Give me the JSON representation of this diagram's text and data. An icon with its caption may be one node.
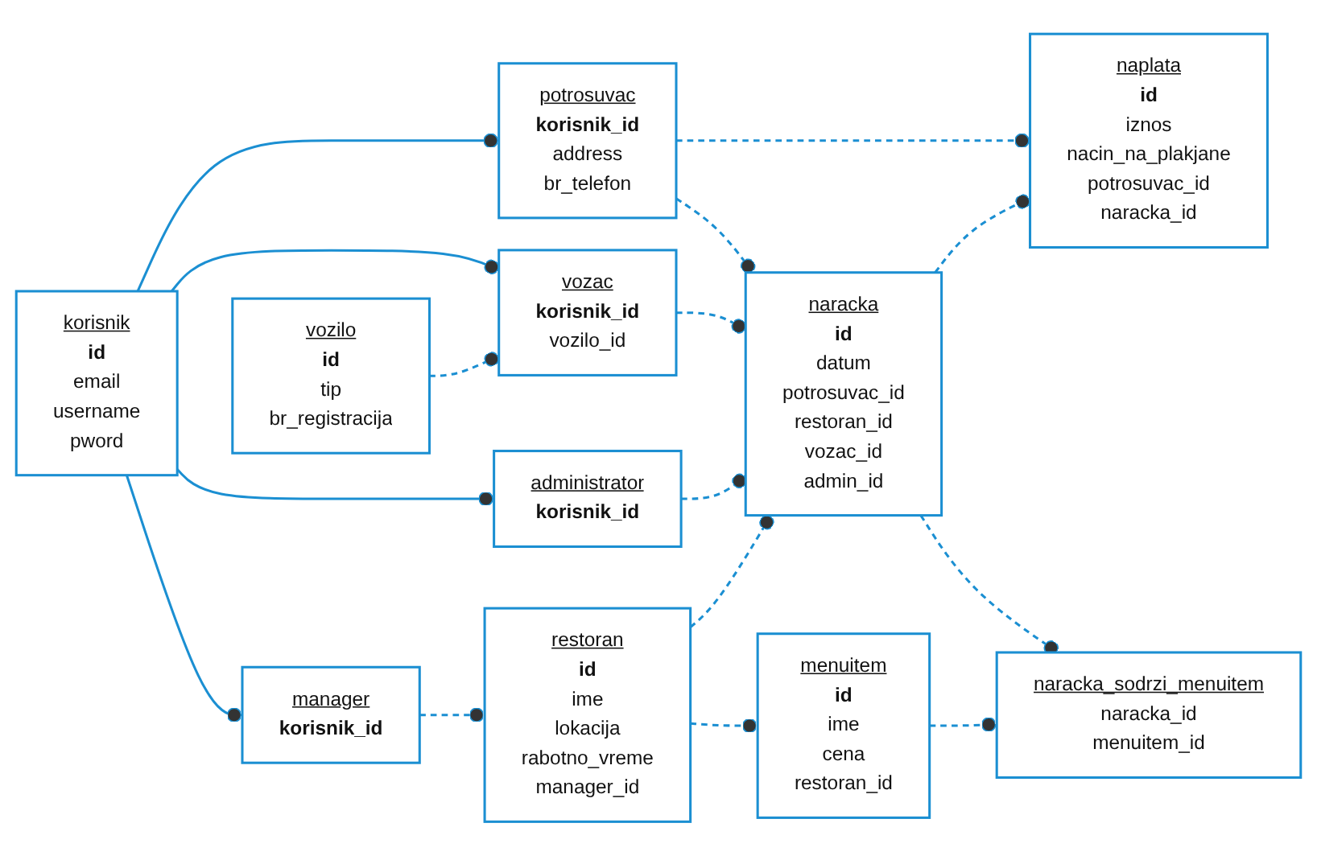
{
  "diagram": {
    "nodes": [
      {
        "text": [
          "naplata",
          "id",
          "iznos",
          "nacin_na_plakjane",
          "potrosuvac_id",
          "naracka_id"
        ]
      },
      {
        "text": [
          "potrosuvac",
          "korisnik_id",
          "address",
          "br_telefon"
        ]
      },
      {
        "text": [
          "korisnik",
          "id",
          "email",
          "username",
          "pword"
        ]
      },
      {
        "text": [
          "naracka",
          "id",
          "datum",
          "potrosuvac_id",
          "restoran_id",
          "vozac_id",
          "admin_id"
        ]
      },
      {
        "text": [
          "vozac",
          "korisnik_id",
          "vozilo_id"
        ]
      },
      {
        "text": [
          "vozilo",
          "id",
          "tip",
          "br_registracija"
        ]
      },
      {
        "text": [
          "naracka_sodrzi_menuitem",
          "naracka_id",
          "menuitem_id"
        ]
      },
      {
        "text": [
          "administrator",
          "korisnik_id"
        ]
      },
      {
        "text": [
          "manager",
          "korisnik_id"
        ]
      },
      {
        "text": [
          "menuitem",
          "id",
          "ime",
          "cena",
          "restoran_id"
        ]
      },
      {
        "text": [
          "restoran",
          "id",
          "ime",
          "lokacija",
          "rabotno_vreme",
          "manager_id"
        ]
      }
    ],
    "edges": [
      {
        "from": 1,
        "to": 0,
        "arrow": "other",
        "style": "dashed"
      },
      {
        "from": 3,
        "to": 0,
        "arrow": "other",
        "style": "dashed"
      },
      {
        "from": 1,
        "to": 3,
        "arrow": "other",
        "style": "dashed"
      },
      {
        "from": 2,
        "to": 1,
        "arrow": "other"
      },
      {
        "from": 2,
        "to": 4,
        "arrow": "other"
      },
      {
        "from": 2,
        "to": 7,
        "arrow": "other"
      },
      {
        "from": 2,
        "to": 8,
        "arrow": "other"
      },
      {
        "from": 4,
        "to": 3,
        "arrow": "other",
        "style": "dashed"
      },
      {
        "from": 5,
        "to": 4,
        "arrow": "other",
        "style": "dashed"
      },
      {
        "from": 7,
        "to": 3,
        "arrow": "other",
        "style": "dashed"
      },
      {
        "from": 10,
        "to": 3,
        "arrow": "other",
        "style": "dashed"
      },
      {
        "from": 3,
        "to": 6,
        "arrow": "other",
        "style": "dashed"
      },
      {
        "from": 9,
        "to": 6,
        "arrow": "other",
        "style": "dashed"
      },
      {
        "from": 10,
        "to": 9,
        "arrow": "other",
        "style": "dashed"
      },
      {
        "from": 8,
        "to": 10,
        "arrow": "other",
        "style": "dashed"
      }
    ]
  }
}
